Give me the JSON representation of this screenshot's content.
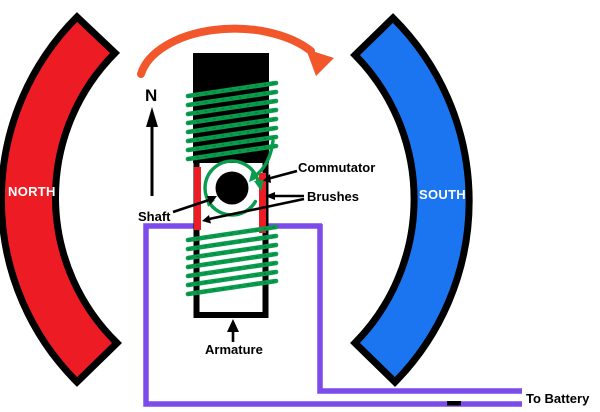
{
  "diagram": "dc-electric-motor",
  "colors": {
    "background": "#FFFFFF",
    "magnet_north_red": "#ED1C24",
    "magnet_south_blue": "#1B75F1",
    "rotation_arrow_orange": "#F2562B",
    "wire_purple": "#7C4BEA",
    "coil_green": "#089C4C",
    "ink_black": "#000000",
    "magnet_label_white": "#FFFFFF"
  },
  "labels": {
    "north_magnet": "NORTH",
    "south_magnet": "SOUTH",
    "field_direction": "N",
    "shaft": "Shaft",
    "commutator": "Commutator",
    "brushes": "Brushes",
    "armature": "Armature",
    "to_battery": "To Battery"
  }
}
